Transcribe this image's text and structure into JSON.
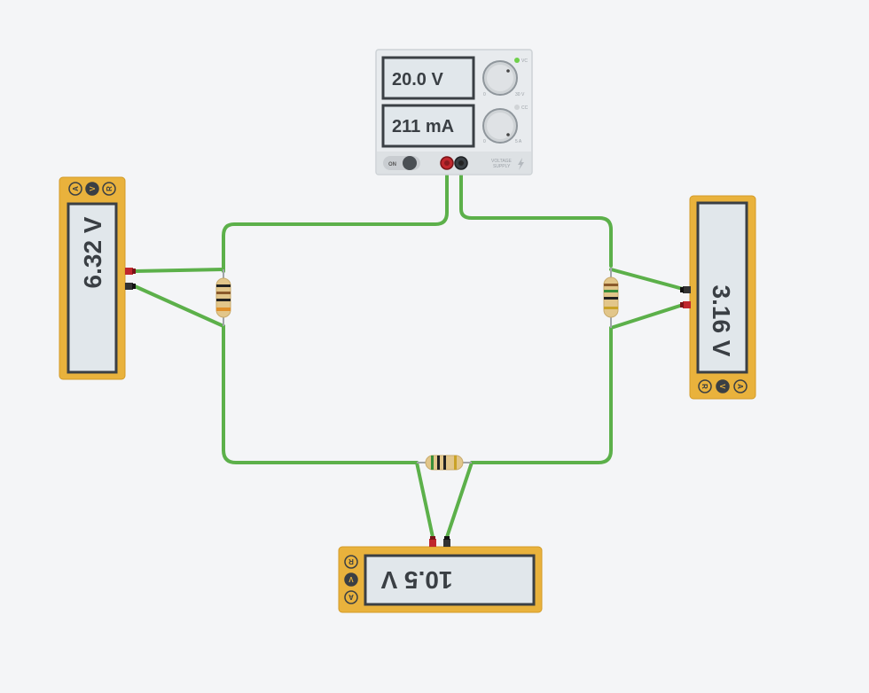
{
  "power_supply": {
    "voltage_display": "20.0 V",
    "current_display": "211 mA",
    "cv_label": "VC",
    "cc_label": "CC",
    "v_min": "0",
    "v_max": "30 V",
    "i_min": "0",
    "i_max": "5 A",
    "power_label": "ON",
    "brand_line1": "VOLTAGE",
    "brand_line2": "SUPPLY",
    "cv_led_color": "#6fd04a",
    "cc_led_color": "#d0d3d6"
  },
  "multimeters": [
    {
      "id": "left",
      "reading": "6.32 V",
      "modes": [
        "A",
        "V",
        "R"
      ],
      "active_mode": "V"
    },
    {
      "id": "right",
      "reading": "3.16 V",
      "modes": [
        "R",
        "V",
        "A"
      ],
      "active_mode": "V"
    },
    {
      "id": "bottom",
      "reading": "10.5 V",
      "modes": [
        "R",
        "V",
        "A"
      ],
      "active_mode": "V"
    }
  ],
  "colors": {
    "wire": "#5cb04a",
    "meter_body": "#e9b23c",
    "lcd": "#e1e7eb",
    "probe_red": "#c0272d",
    "probe_black": "#333333"
  },
  "resistors": [
    {
      "id": "left",
      "bands": [
        "#222222",
        "#8b5a2b",
        "#222222",
        "#e0902a"
      ]
    },
    {
      "id": "right",
      "bands": [
        "#8b5a2b",
        "#3a8f3a",
        "#222222",
        "#c9a227"
      ]
    },
    {
      "id": "bottom",
      "bands": [
        "#3a8f3a",
        "#222222",
        "#222222",
        "#c9a227"
      ]
    }
  ]
}
